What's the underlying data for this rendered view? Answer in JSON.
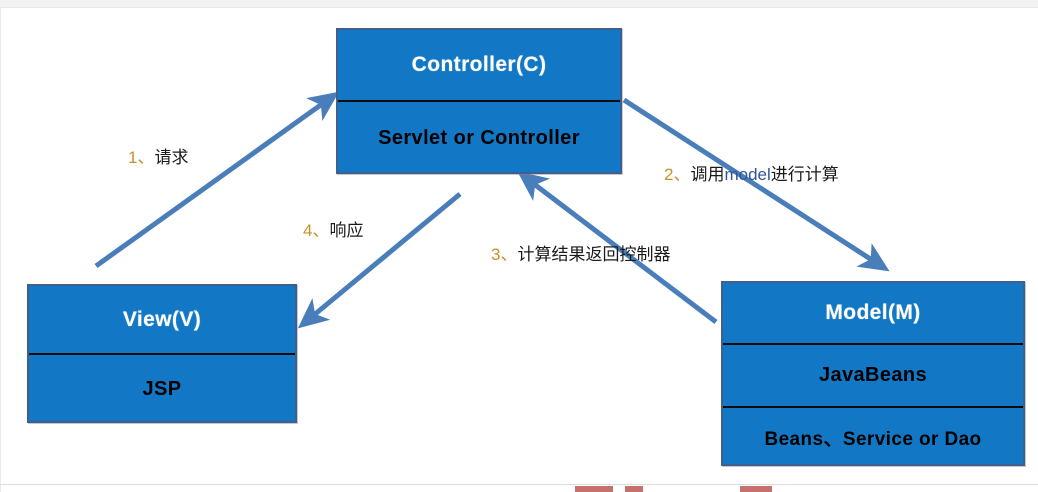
{
  "diagram": {
    "title": "MVC architecture flow",
    "accent_blue": "#1278c5",
    "border_blue": "#3f5f8f",
    "arrow_color": "#4a7ebb",
    "header_text_color": "#ffffff",
    "body_text_color": "#000000",
    "boxes": [
      {
        "id": "controller",
        "name": "controller-box",
        "rows": [
          {
            "text": "Controller(C)",
            "style": "head"
          },
          {
            "text": "Servlet  or  Controller",
            "style": "body"
          }
        ]
      },
      {
        "id": "view",
        "name": "view-box",
        "rows": [
          {
            "text": "View(V)",
            "style": "head"
          },
          {
            "text": "JSP",
            "style": "body"
          }
        ]
      },
      {
        "id": "model",
        "name": "model-box",
        "rows": [
          {
            "text": "Model(M)",
            "style": "head"
          },
          {
            "text": "JavaBeans",
            "style": "body"
          },
          {
            "text": "Beans、Service or Dao",
            "style": "body"
          }
        ]
      }
    ],
    "flows": [
      {
        "id": "flow-1",
        "number": "1、",
        "label": "请求",
        "latin": "",
        "tail": "",
        "from": "view",
        "to": "controller",
        "direction": "up-right"
      },
      {
        "id": "flow-2",
        "number": "2、",
        "label": "调用",
        "latin": "model",
        "tail": "进行计算",
        "from": "controller",
        "to": "model",
        "direction": "down-right"
      },
      {
        "id": "flow-3",
        "number": "3、",
        "label": "计算结果返回控制器",
        "latin": "",
        "tail": "",
        "from": "model",
        "to": "controller",
        "direction": "up-left"
      },
      {
        "id": "flow-4",
        "number": "4、",
        "label": "响应",
        "latin": "",
        "tail": "",
        "from": "controller",
        "to": "view",
        "direction": "down-left"
      }
    ]
  }
}
